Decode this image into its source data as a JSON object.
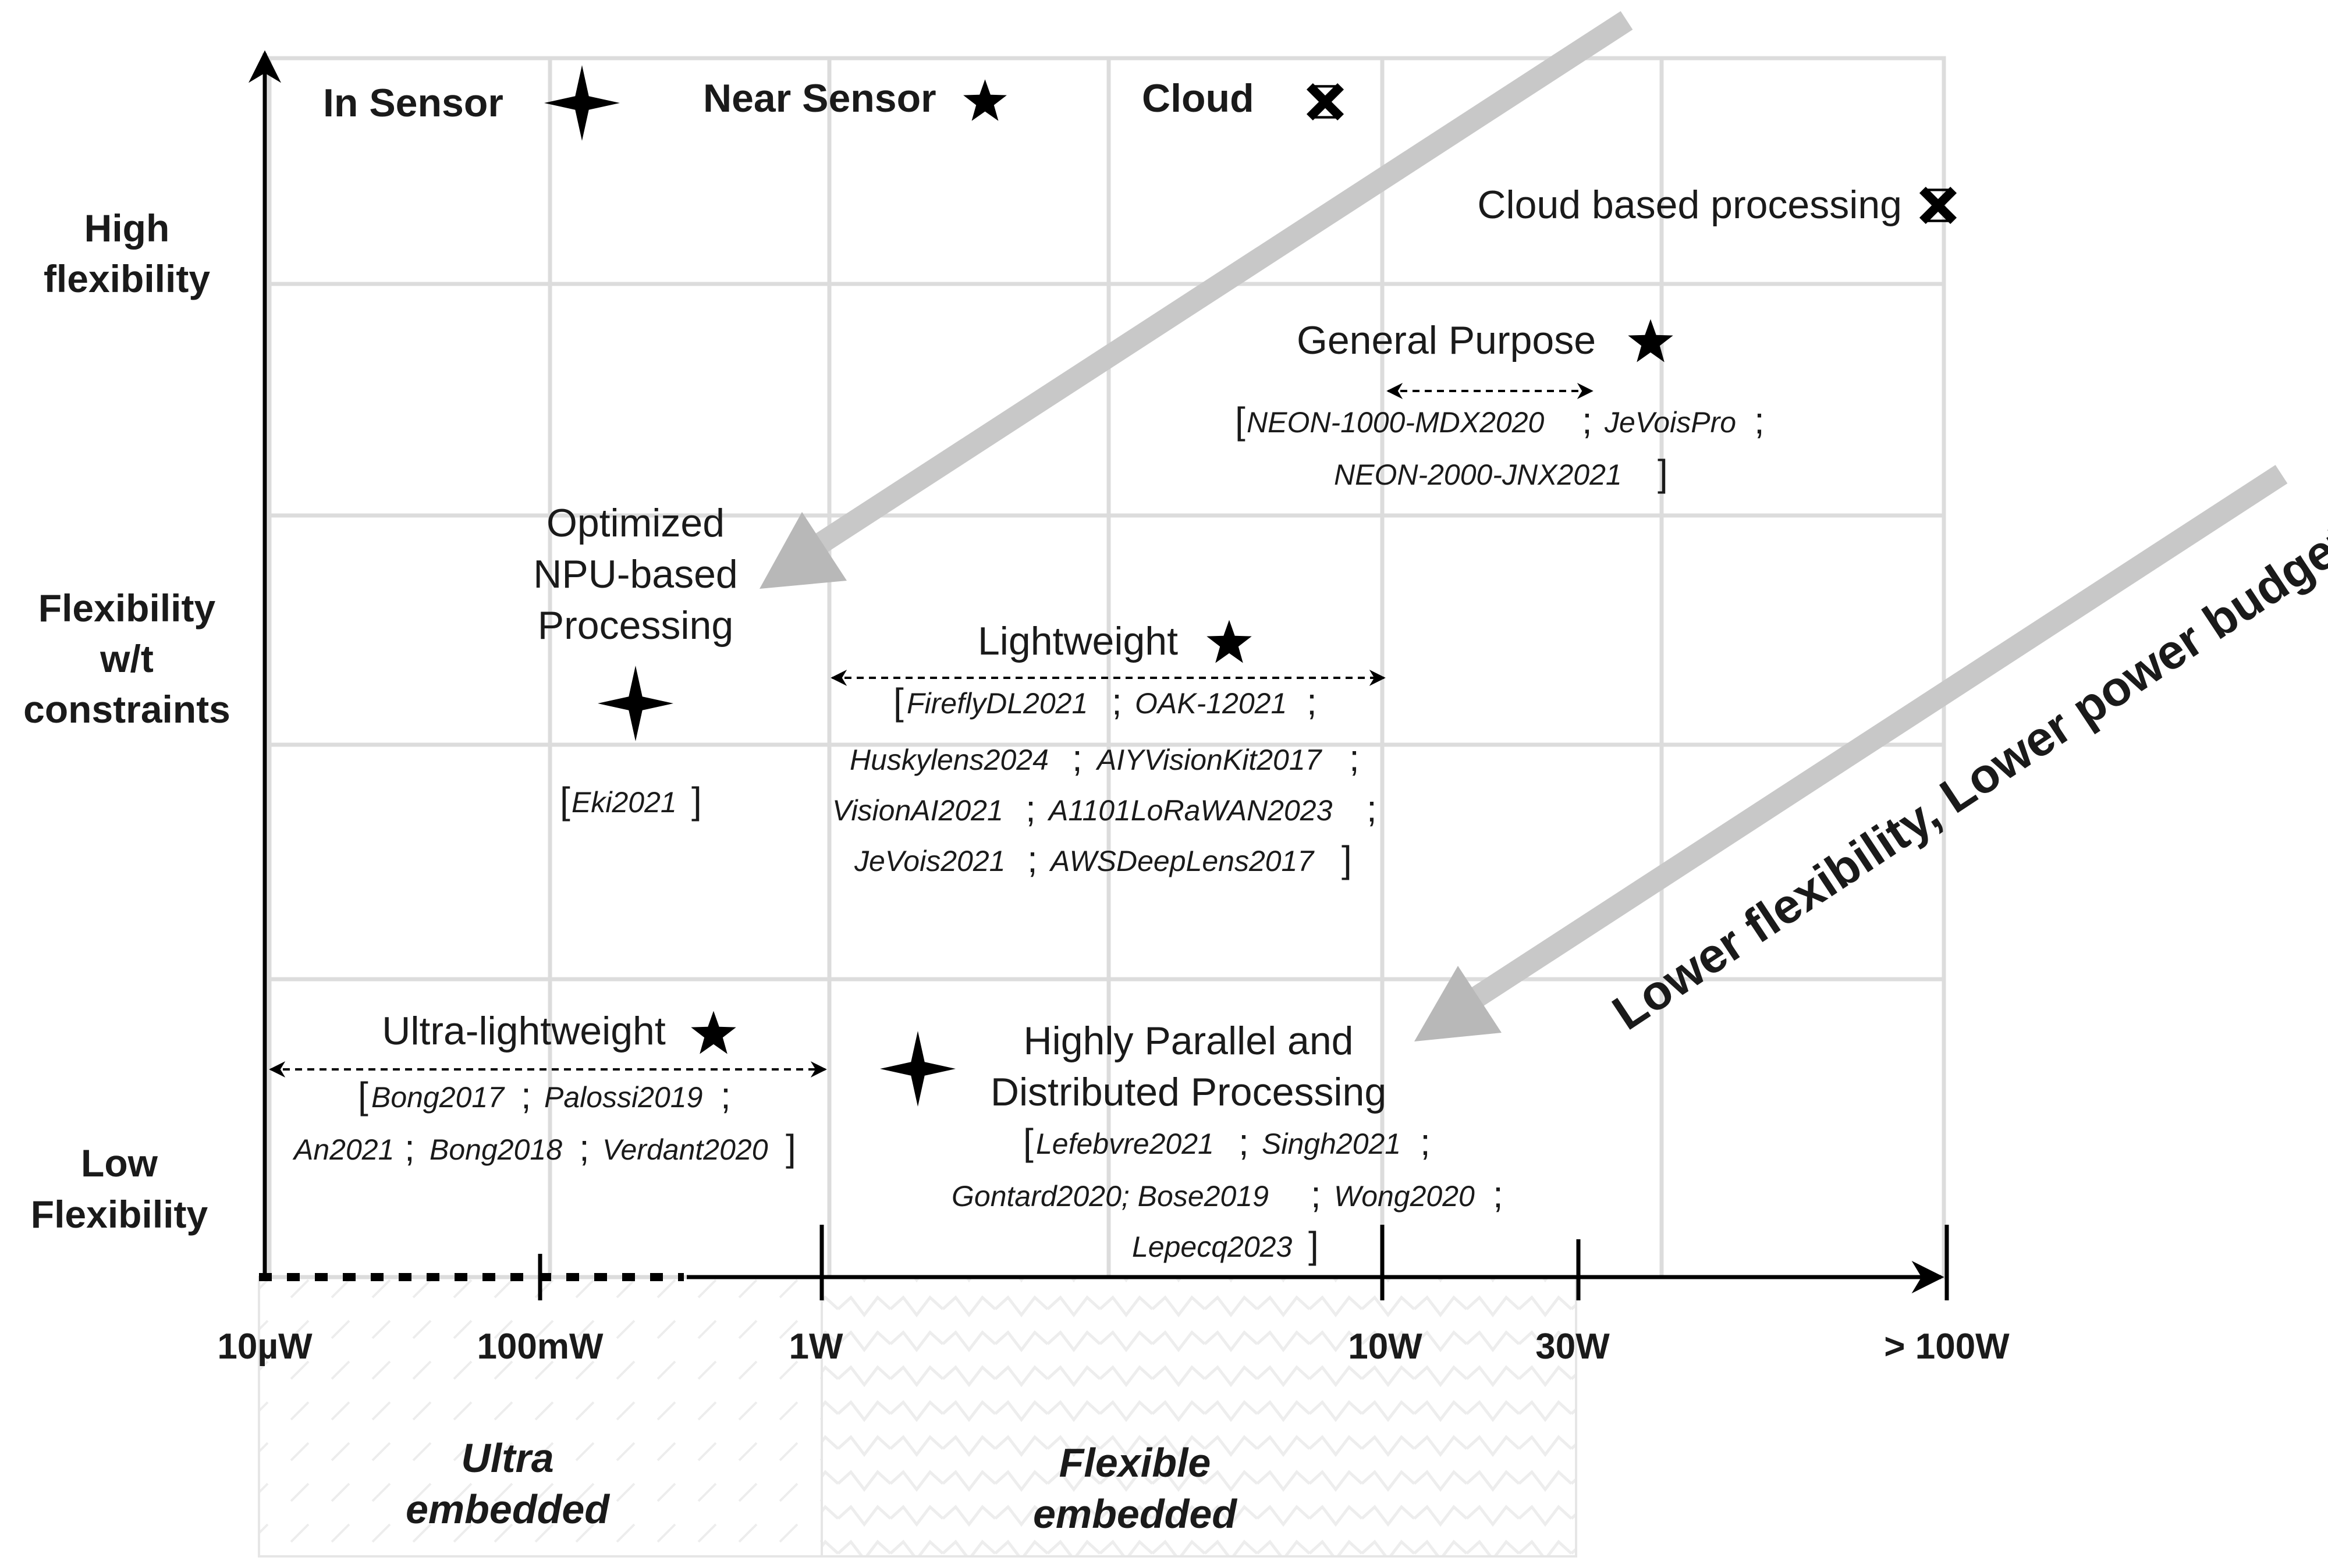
{
  "legend": {
    "in_sensor": "In Sensor",
    "near_sensor": "Near Sensor",
    "cloud": "Cloud"
  },
  "y_levels": {
    "high": [
      "High",
      "flexibility"
    ],
    "mid": [
      "Flexibility",
      "w/t",
      "constraints"
    ],
    "low": [
      "Low",
      "Flexibility"
    ]
  },
  "x_ticks": [
    "10µW",
    "100mW",
    "1W",
    "10W",
    "30W",
    "> 100W"
  ],
  "zones": {
    "ultra": [
      "Ultra",
      "embedded"
    ],
    "flexible": [
      "Flexible",
      "embedded"
    ]
  },
  "categories": {
    "cloud_based": {
      "label": "Cloud based processing",
      "marker": "cross-icon"
    },
    "general_purpose": {
      "label": "General Purpose",
      "marker": "star-icon",
      "refs": [
        "NEON-1000-MDX2020",
        "JeVoisPro",
        "NEON-2000-JNX2021"
      ]
    },
    "optimized_npu": {
      "label": [
        "Optimized",
        "NPU-based",
        "Processing"
      ],
      "marker": "sparkle-icon",
      "refs": [
        "Eki2021"
      ]
    },
    "lightweight": {
      "label": "Lightweight",
      "marker": "star-icon",
      "refs": [
        "FireflyDL2021",
        "OAK-12021",
        "Huskylens2024",
        "AIYVisionKit2017",
        "VisionAI2021",
        "A1101LoRaWAN2023",
        "JeVois2021",
        "AWSDeepLens2017"
      ]
    },
    "ultra_lightweight": {
      "label": "Ultra-lightweight",
      "marker": "star-icon",
      "refs": [
        "Bong2017",
        "Palossi2019",
        "An2021",
        "Bong2018",
        "Verdant2020"
      ]
    },
    "highly_parallel": {
      "label": [
        "Highly Parallel and",
        "Distributed Processing"
      ],
      "marker": "sparkle-icon",
      "refs": [
        "Lefebvre2021",
        "Singh2021",
        "Gontard2020; Bose2019",
        "Wong2020",
        "Lepecq2023"
      ]
    }
  },
  "trend": {
    "label": "Lower flexibility, Lower power budget"
  },
  "colors": {
    "grid": "#dcdcdc",
    "trend_arrow": "#c8c8c8",
    "ink": "#000000"
  }
}
